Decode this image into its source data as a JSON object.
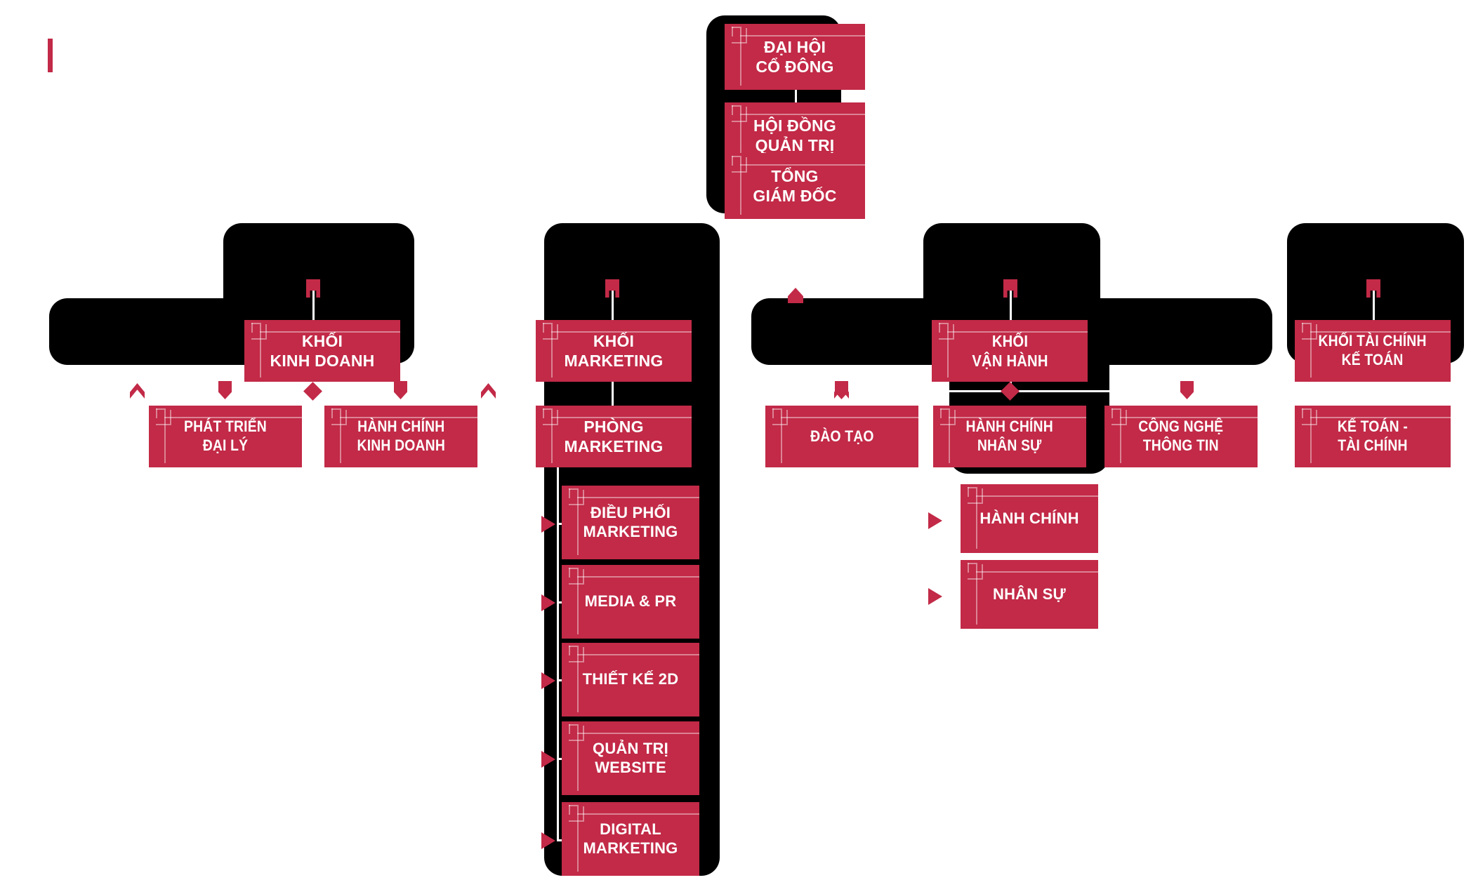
{
  "accent_color": "#C22A47",
  "shadow_color": "#000000",
  "background": "#FFFFFF",
  "line_color": "#FFFFFF",
  "chart_data": {
    "type": "diagram",
    "title": "",
    "orientation": "top-down organizational chart",
    "nodes": [
      {
        "id": "dhcd",
        "label": "ĐẠI HỘI\nCỔ ĐÔNG",
        "level": 0,
        "parent": null
      },
      {
        "id": "hdqt",
        "label": "HỘI ĐỒNG\nQUẢN TRỊ",
        "level": 1,
        "parent": "dhcd"
      },
      {
        "id": "tgd",
        "label": "TỔNG\nGIÁM ĐỐC",
        "level": 2,
        "parent": "hdqt"
      },
      {
        "id": "kkd",
        "label": "KHỐI\nKINH DOANH",
        "level": 3,
        "parent": "tgd"
      },
      {
        "id": "kmkt",
        "label": "KHỐI\nMARKETING",
        "level": 3,
        "parent": "tgd"
      },
      {
        "id": "kvh",
        "label": "KHỐI\nVẬN HÀNH",
        "level": 3,
        "parent": "tgd"
      },
      {
        "id": "ktckt",
        "label": "KHỐI TÀI CHÍNH\nKẾ TOÁN",
        "level": 3,
        "parent": "tgd"
      },
      {
        "id": "ptdl",
        "label": "PHÁT TRIỂN\nĐẠI LÝ",
        "level": 4,
        "parent": "kkd"
      },
      {
        "id": "hckd",
        "label": "HÀNH CHÍNH\nKINH DOANH",
        "level": 4,
        "parent": "kkd"
      },
      {
        "id": "pmkt",
        "label": "PHÒNG\nMARKETING",
        "level": 4,
        "parent": "kmkt"
      },
      {
        "id": "dpmkt",
        "label": "ĐIỀU PHỐI\nMARKETING",
        "level": 5,
        "parent": "pmkt"
      },
      {
        "id": "mpr",
        "label": "MEDIA & PR",
        "level": 5,
        "parent": "pmkt"
      },
      {
        "id": "tk2d",
        "label": "THIẾT KẾ 2D",
        "level": 5,
        "parent": "pmkt"
      },
      {
        "id": "qtweb",
        "label": "QUẢN TRỊ\nWEBSITE",
        "level": 5,
        "parent": "pmkt"
      },
      {
        "id": "dgmkt",
        "label": "DIGITAL\nMARKETING",
        "level": 5,
        "parent": "pmkt"
      },
      {
        "id": "dt",
        "label": "ĐÀO TẠO",
        "level": 4,
        "parent": "kvh"
      },
      {
        "id": "hcns",
        "label": "HÀNH CHÍNH\nNHÂN SỰ",
        "level": 4,
        "parent": "kvh"
      },
      {
        "id": "cntt",
        "label": "CÔNG NGHỆ\nTHÔNG TIN",
        "level": 4,
        "parent": "kvh"
      },
      {
        "id": "hc",
        "label": "HÀNH CHÍNH",
        "level": 5,
        "parent": "hcns"
      },
      {
        "id": "ns",
        "label": "NHÂN SỰ",
        "level": 5,
        "parent": "hcns"
      },
      {
        "id": "kttc",
        "label": "KẾ TOÁN -\nTÀI CHÍNH",
        "level": 4,
        "parent": "ktckt"
      }
    ]
  },
  "nodes": {
    "dhcd": {
      "label": "ĐẠI HỘI\nCỔ ĐÔNG"
    },
    "hdqt": {
      "label": "HỘI ĐỒNG\nQUẢN TRỊ"
    },
    "tgd": {
      "label": "TỔNG\nGIÁM ĐỐC"
    },
    "kkd": {
      "label": "KHỐI\nKINH DOANH"
    },
    "kmkt": {
      "label": "KHỐI\nMARKETING"
    },
    "kvh": {
      "label": "KHỐI\nVẬN HÀNH"
    },
    "ktckt": {
      "label": "KHỐI TÀI CHÍNH\nKẾ TOÁN"
    },
    "ptdl": {
      "label": "PHÁT TRIỂN\nĐẠI LÝ"
    },
    "hckd": {
      "label": "HÀNH CHÍNH\nKINH DOANH"
    },
    "pmkt": {
      "label": "PHÒNG\nMARKETING"
    },
    "dpmkt": {
      "label": "ĐIỀU PHỐI\nMARKETING"
    },
    "mpr": {
      "label": "MEDIA & PR"
    },
    "tk2d": {
      "label": "THIẾT KẾ 2D"
    },
    "qtweb": {
      "label": "QUẢN TRỊ\nWEBSITE"
    },
    "dgmkt": {
      "label": "DIGITAL\nMARKETING"
    },
    "dt": {
      "label": "ĐÀO TẠO"
    },
    "hcns": {
      "label": "HÀNH CHÍNH\nNHÂN SỰ"
    },
    "cntt": {
      "label": "CÔNG NGHỆ\nTHÔNG TIN"
    },
    "hc": {
      "label": "HÀNH CHÍNH"
    },
    "ns": {
      "label": "NHÂN SỰ"
    },
    "kttc": {
      "label": "KẾ TOÁN -\nTÀI CHÍNH"
    }
  }
}
